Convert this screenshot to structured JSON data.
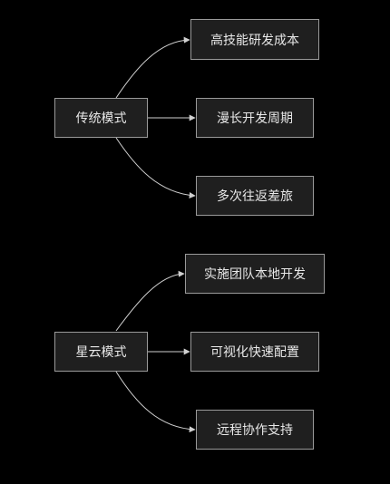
{
  "diagram": {
    "groups": [
      {
        "id": "traditional",
        "source": "传统模式",
        "targets": [
          "高技能研发成本",
          "漫长开发周期",
          "多次往返差旅"
        ]
      },
      {
        "id": "nebula",
        "source": "星云模式",
        "targets": [
          "实施团队本地开发",
          "可视化快速配置",
          "远程协作支持"
        ]
      }
    ],
    "colors": {
      "background": "#000000",
      "node_fill": "#1f1f1f",
      "node_border": "#9a9a9a",
      "edge": "#d0d0d0",
      "text": "#e8e8e8"
    }
  }
}
